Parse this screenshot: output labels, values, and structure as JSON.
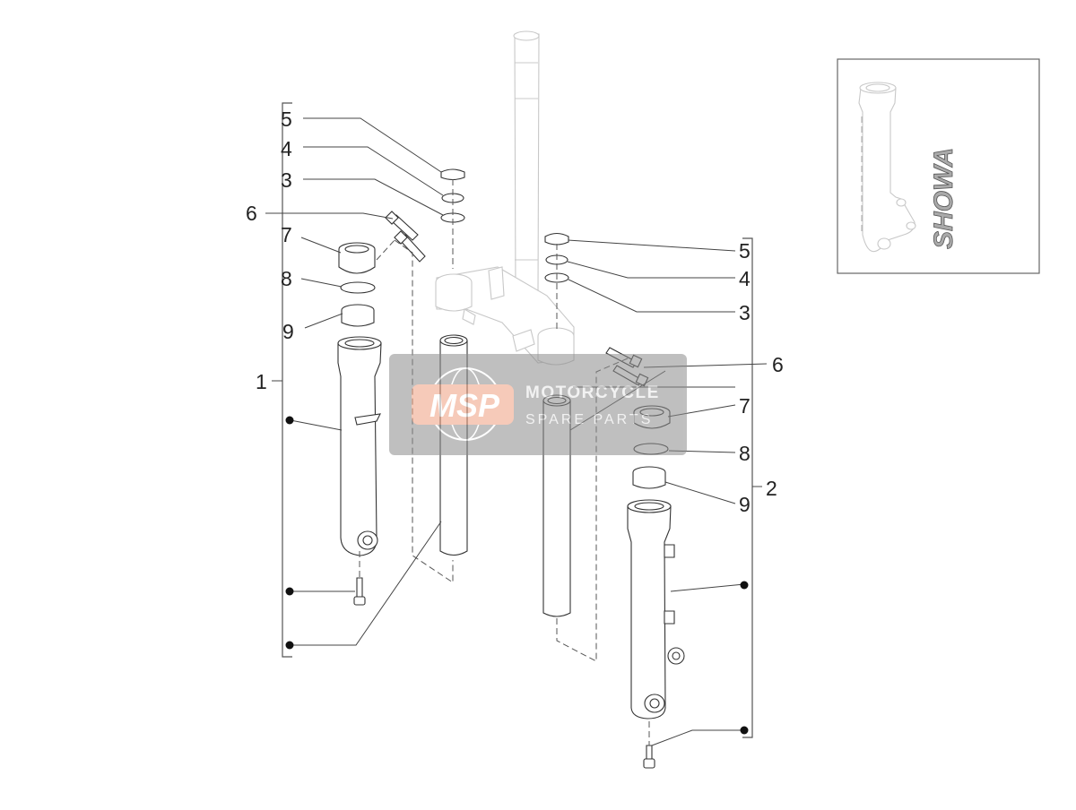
{
  "diagram": {
    "callouts_left": [
      "5",
      "4",
      "3",
      "6",
      "7",
      "8",
      "9",
      "1"
    ],
    "callouts_right": [
      "5",
      "4",
      "3",
      "6",
      "7",
      "8",
      "9",
      "2"
    ]
  },
  "watermark": {
    "logo": "MSP",
    "title": "MOTORCYCLE",
    "subtitle": "SPARE PARTS"
  },
  "inset": {
    "brand": "SHOWA"
  }
}
